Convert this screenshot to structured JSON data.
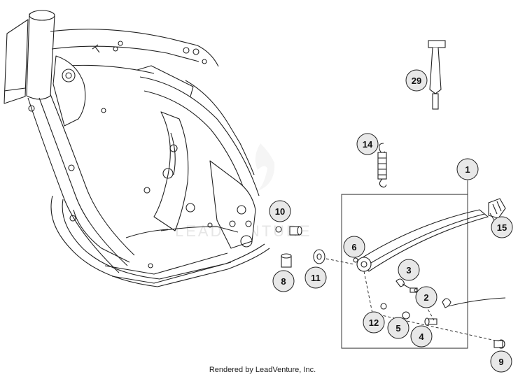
{
  "diagram": {
    "callouts": [
      {
        "id": "c1",
        "label": "1"
      },
      {
        "id": "c2",
        "label": "2"
      },
      {
        "id": "c3",
        "label": "3"
      },
      {
        "id": "c4",
        "label": "4"
      },
      {
        "id": "c5",
        "label": "5"
      },
      {
        "id": "c6",
        "label": "6"
      },
      {
        "id": "c8",
        "label": "8"
      },
      {
        "id": "c9",
        "label": "9"
      },
      {
        "id": "c10",
        "label": "10"
      },
      {
        "id": "c11",
        "label": "11"
      },
      {
        "id": "c12",
        "label": "12"
      },
      {
        "id": "c14",
        "label": "14"
      },
      {
        "id": "c15",
        "label": "15"
      },
      {
        "id": "c29",
        "label": "29"
      }
    ],
    "watermark": "LEADVENTURE",
    "credit": "Rendered by LeadVenture, Inc."
  },
  "colors": {
    "line": "#222222",
    "callout_fill": "#e8e8e8",
    "background": "#ffffff"
  }
}
